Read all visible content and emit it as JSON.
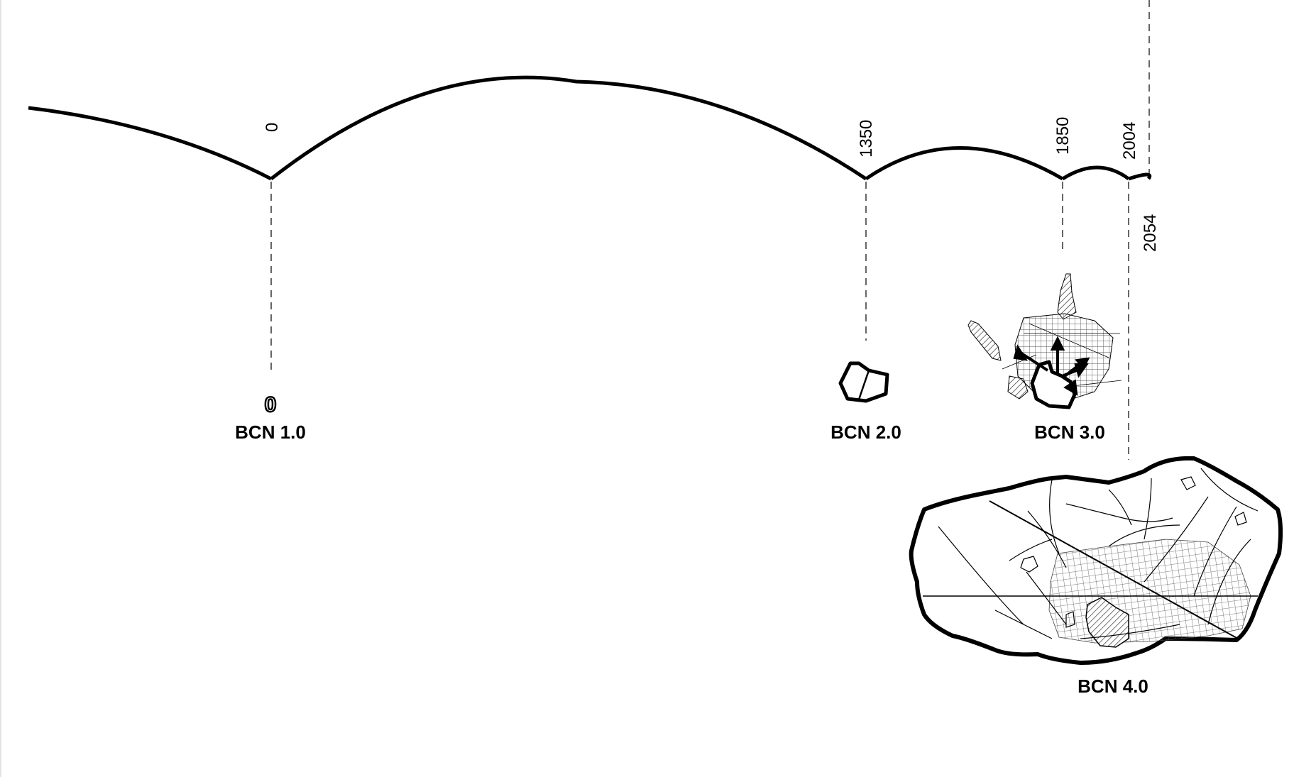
{
  "timeline": {
    "year_labels": [
      "0",
      "1350",
      "1850",
      "2004",
      "2054"
    ]
  },
  "stages": [
    {
      "label": "BCN 1.0",
      "marker": "0"
    },
    {
      "label": "BCN 2.0"
    },
    {
      "label": "BCN 3.0"
    },
    {
      "label": "BCN 4.0"
    }
  ]
}
